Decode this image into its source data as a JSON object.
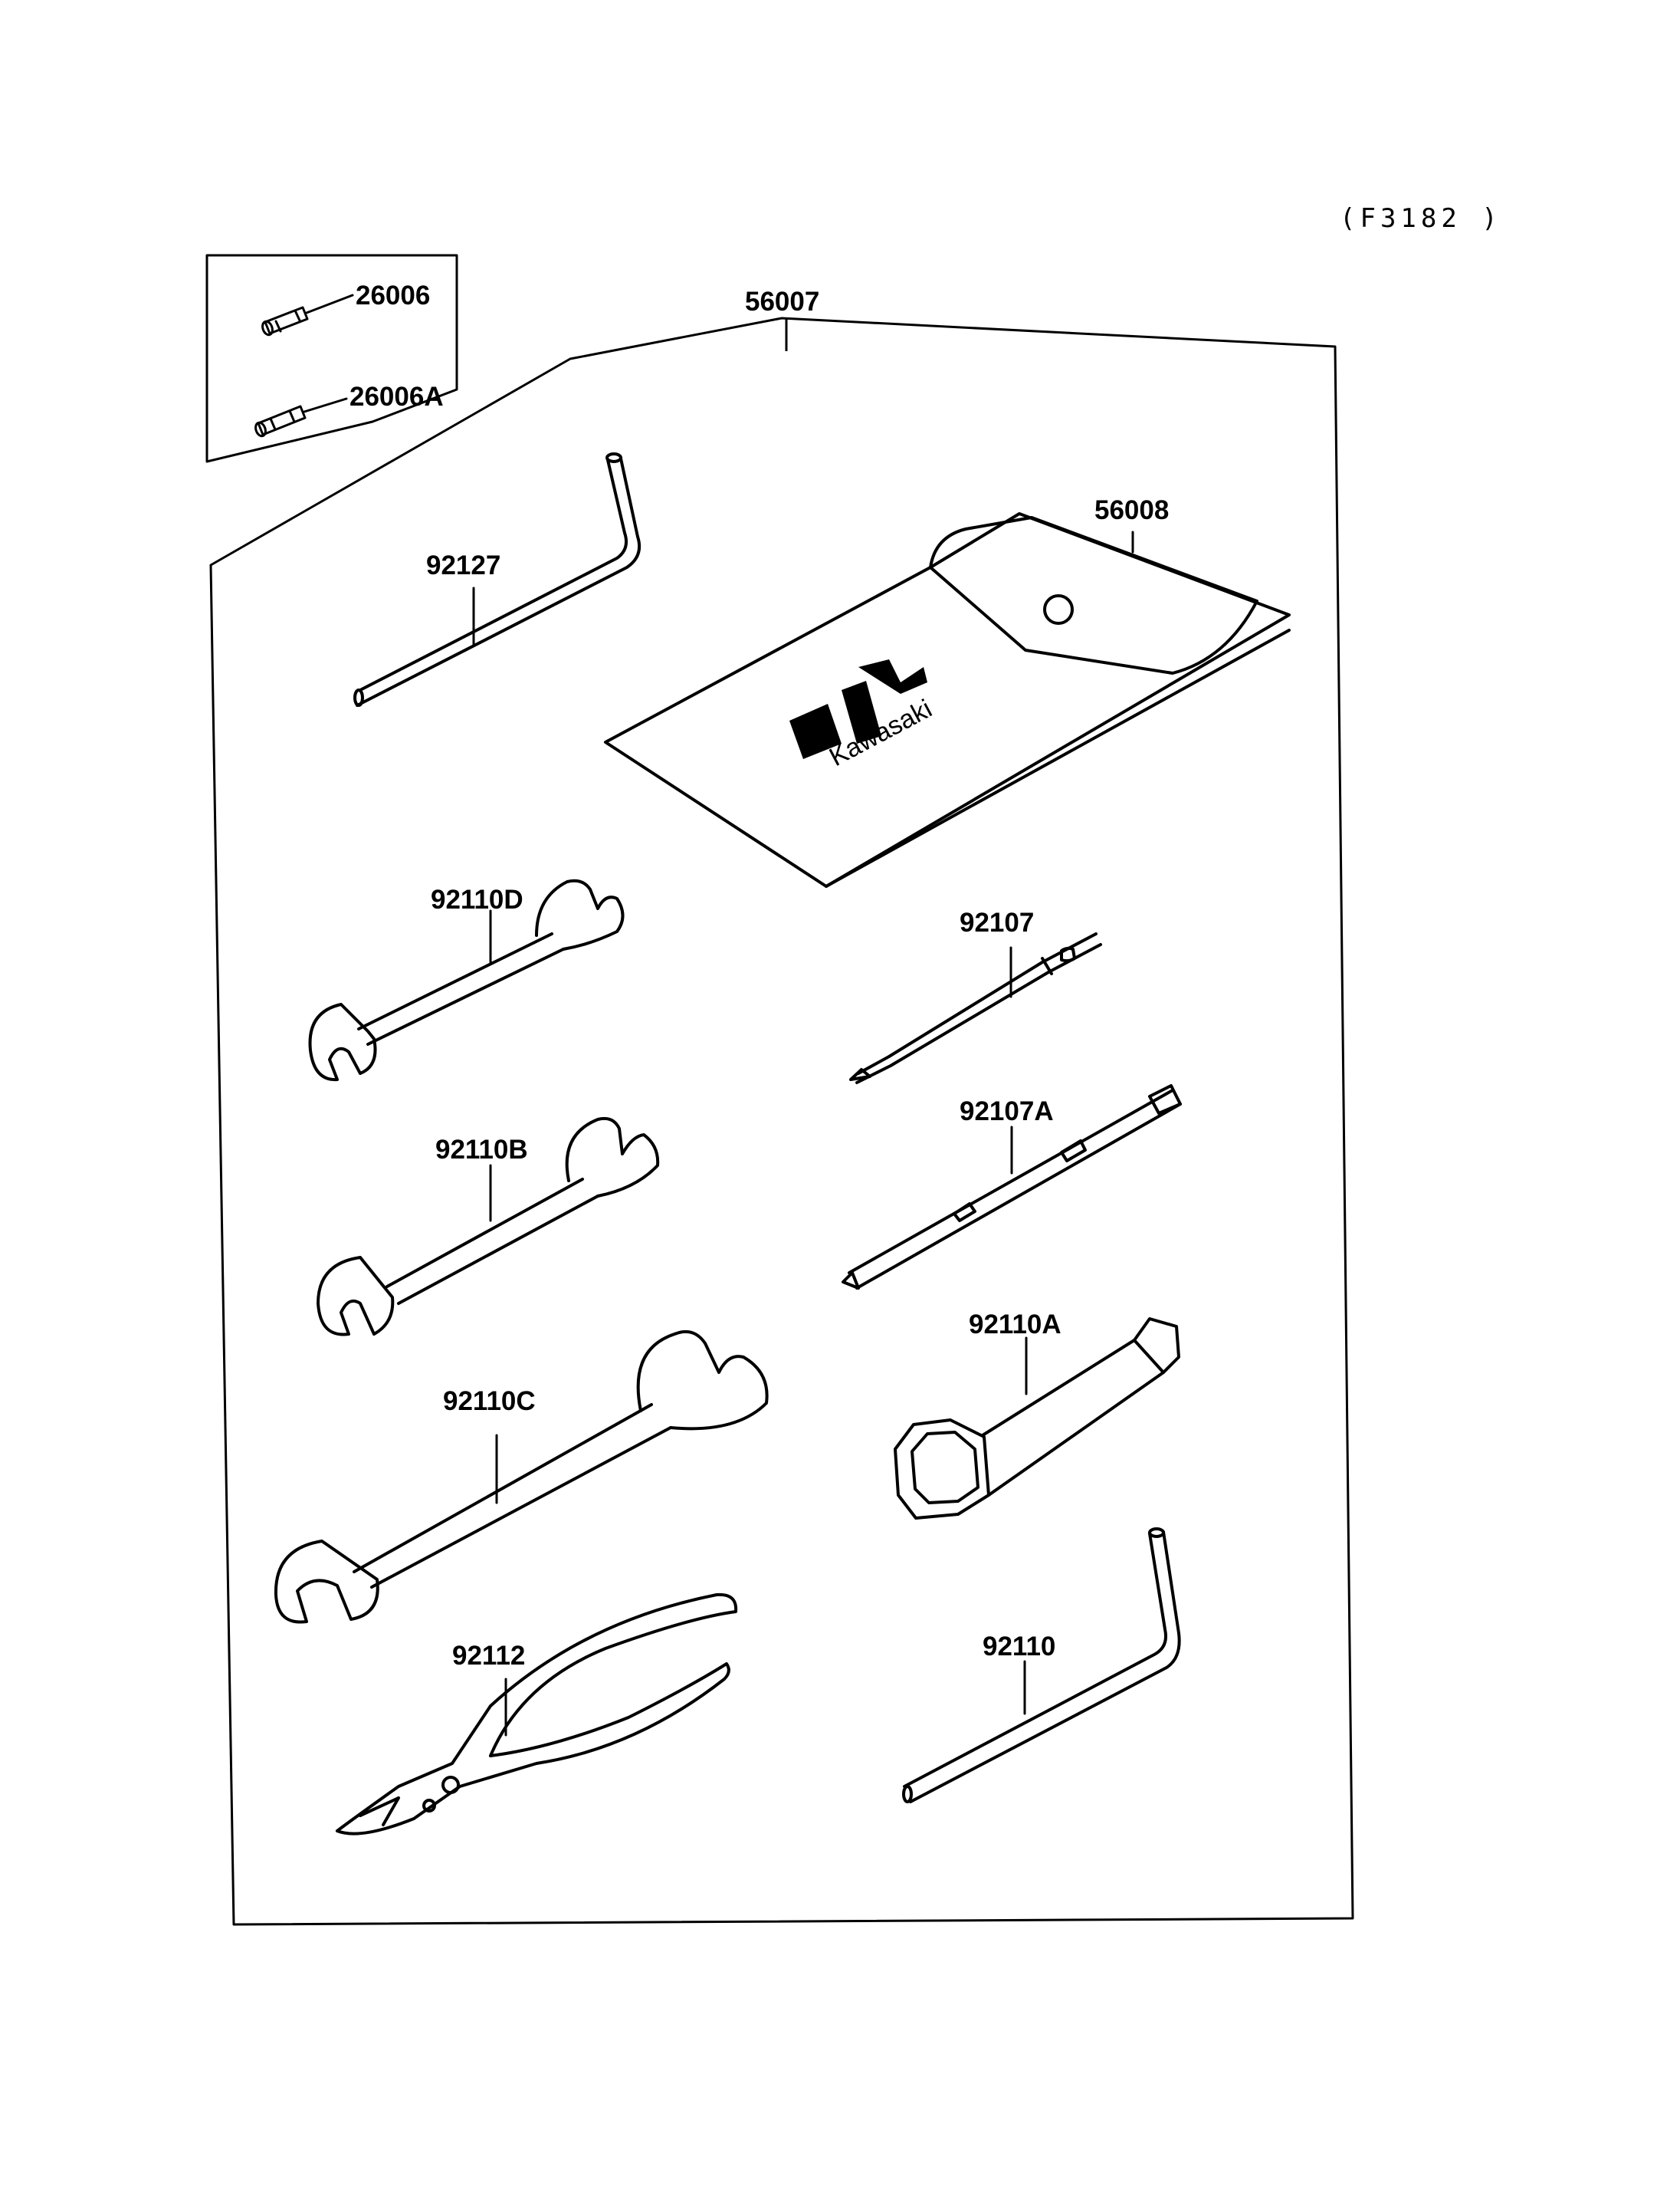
{
  "figure_code": "(F3182 )",
  "logo_text": "Kawasaki",
  "parts": {
    "p26006": "26006",
    "p26006A": "26006A",
    "p56007": "56007",
    "p56008": "56008",
    "p92127": "92127",
    "p92110D": "92110D",
    "p92107": "92107",
    "p92110B": "92110B",
    "p92107A": "92107A",
    "p92110A": "92110A",
    "p92110C": "92110C",
    "p92112": "92112",
    "p92110": "92110"
  }
}
